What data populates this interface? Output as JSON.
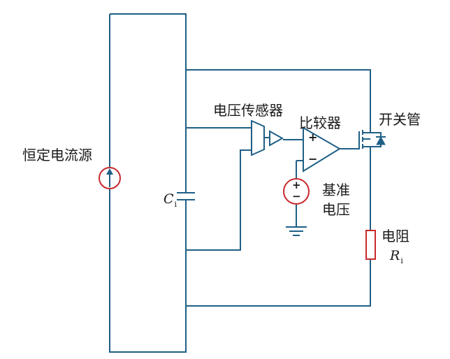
{
  "labels": {
    "current_source": "恒定电流源",
    "voltage_sensor": "电压传感器",
    "comparator": "比较器",
    "switch_tube": "开关管",
    "reference_voltage_line1": "基准",
    "reference_voltage_line2": "电压",
    "resistor": "电阻",
    "capacitor_symbol": "C",
    "capacitor_subscript": "i",
    "resistor_symbol": "R",
    "resistor_subscript": "i",
    "plus_sign": "+",
    "minus_sign": "−"
  },
  "colors": {
    "wire": "#1f5f86",
    "source_accent": "#c8282d",
    "text": "#1a1a1a"
  }
}
